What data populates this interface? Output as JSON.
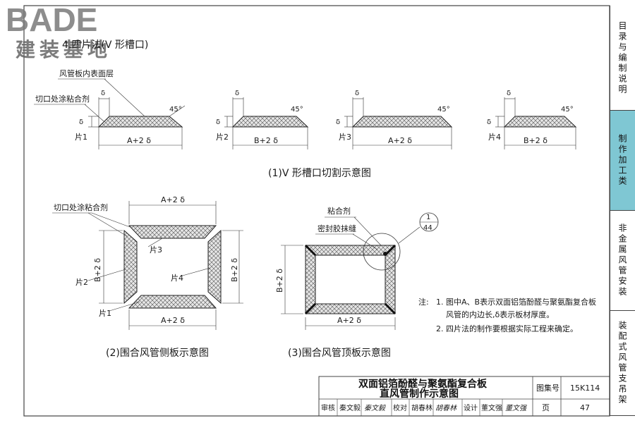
{
  "logo": {
    "brand": "BADE",
    "subtitle": "建装基地"
  },
  "section_heading": "4.四片法(V 形槽口)",
  "fig1": {
    "caption": "(1)V 形槽口切割示意图",
    "label_inner_surface": "风管板内表面层",
    "label_glue": "切口处涂粘合剂",
    "delta": "δ",
    "angle": "45°",
    "panels": [
      {
        "piece": "片1",
        "dim": "A+2 δ"
      },
      {
        "piece": "片2",
        "dim": "B+2 δ"
      },
      {
        "piece": "片3",
        "dim": "A+2 δ"
      },
      {
        "piece": "片4",
        "dim": "B+2 δ"
      }
    ]
  },
  "fig2": {
    "caption": "(2)围合风管侧板示意图",
    "label_glue": "切口处涂粘合剂",
    "dim_top": "A+2 δ",
    "dim_bottom": "A+2 δ",
    "dim_left": "B+2 δ",
    "dim_right": "B+2 δ",
    "pieces": [
      "片1",
      "片2",
      "片3",
      "片4"
    ]
  },
  "fig3": {
    "caption": "(3)围合风管顶板示意图",
    "label_glue": "粘合剂",
    "label_sealant": "密封胶抹缝",
    "dim_bottom": "A+2 δ",
    "dim_left": "B+2 δ",
    "detail_ref": {
      "top": "1",
      "bottom": "44"
    }
  },
  "notes": {
    "prefix": "注:",
    "lines": [
      "1. 图中A、B表示双面铝箔酚醛与聚氨酯复合板",
      "风管的内边长,δ表示板材厚度。",
      "2. 四片法的制作要根据实际工程来确定。"
    ]
  },
  "sidebar": [
    {
      "label": "目录与编制说明",
      "active": false
    },
    {
      "label": "制作加工类",
      "active": true
    },
    {
      "label": "非金属风管安装",
      "active": false
    },
    {
      "label": "装配式风管支吊架",
      "active": false
    }
  ],
  "title_block": {
    "title_line1": "双面铝箔酚醛与聚氨酯复合板",
    "title_line2": "直风管制作示意图",
    "atlas_label": "图集号",
    "atlas_no": "15K114",
    "page_label": "页",
    "page_no": "47",
    "row": [
      {
        "text": "审核"
      },
      {
        "text": "秦文毅"
      },
      {
        "text": "秦文毅"
      },
      {
        "text": "校对"
      },
      {
        "text": "胡春林"
      },
      {
        "text": "胡春林"
      },
      {
        "text": "设计"
      },
      {
        "text": "董文强"
      },
      {
        "text": "董文强"
      }
    ]
  },
  "colors": {
    "frame": "#444444",
    "sidebar_active": "#7fc7d3",
    "hatch": "#555555"
  }
}
